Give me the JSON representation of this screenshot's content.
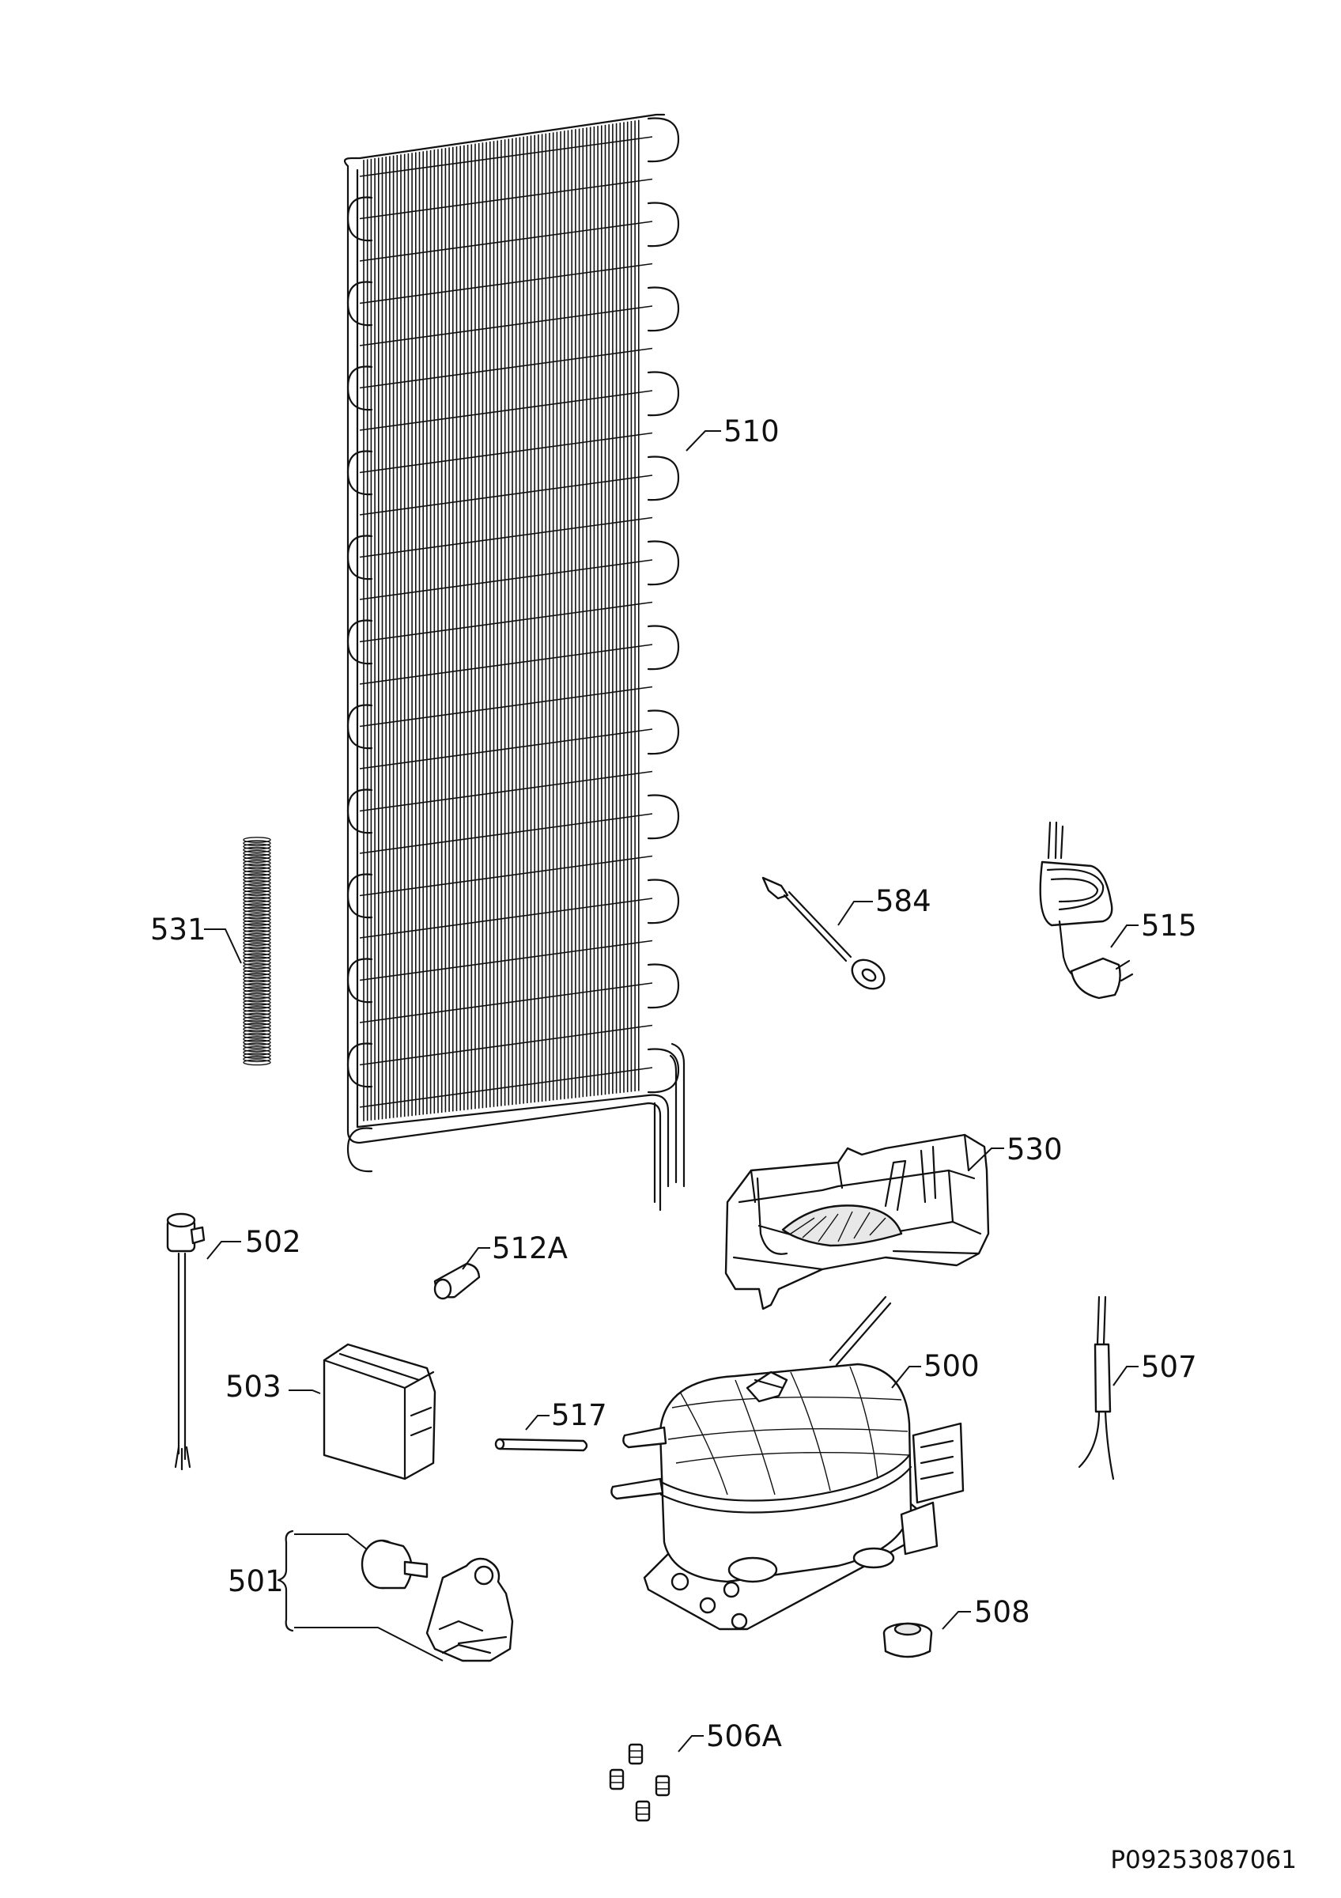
{
  "diagram": {
    "document_id": "P09253087061",
    "callouts": {
      "p500": "500",
      "p501": "501",
      "p502": "502",
      "p503": "503",
      "p506A": "506A",
      "p507": "507",
      "p508": "508",
      "p510": "510",
      "p512A": "512A",
      "p515": "515",
      "p517": "517",
      "p530": "530",
      "p531": "531",
      "p584": "584"
    }
  }
}
